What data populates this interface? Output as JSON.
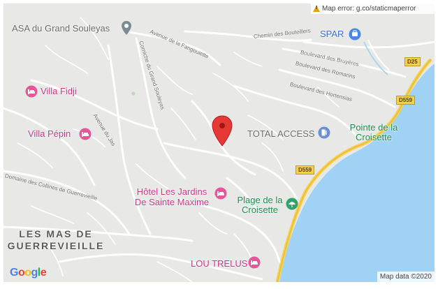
{
  "error": {
    "icon": "warning-icon",
    "text": "Map error: g.co/staticmaperror"
  },
  "places": {
    "asa": "ASA du Grand Souleyas",
    "spar": "SPAR",
    "villa_fidji": "Villa Fidji",
    "villa_pepin": "Villa Pépin",
    "total": "TOTAL ACCESS",
    "pointe": "Pointe de la Croisette",
    "hotel": "Hôtel Les Jardins De Sainte Maxime",
    "plage": "Plage de la Croisette",
    "mas": "LES MAS DE GUERREVIEILLE",
    "lou": "LOU TRELUS"
  },
  "roads": {
    "fangouiette": "Avenue de la Fangouiette",
    "bouteillers": "Chemin des Bouteillers",
    "bruyeres": "Boulevard des Bruyères",
    "romarins": "Boulevard des Romarins",
    "hortensias": "Boulevard des Hortensias",
    "corniche": "Corniche du Grand Souleyas",
    "jas": "Avenue du Jas",
    "collines": "Domaine des Collines de Guerrevieille"
  },
  "shields": {
    "d25": "D25",
    "d559a": "D559",
    "d559b": "D559"
  },
  "footer": {
    "logo": "Google",
    "attribution": "Map data ©2020"
  },
  "colors": {
    "water": "#9fd2f5",
    "land": "#e8e8e6",
    "road": "#ffffff",
    "highway": "#f6d04d",
    "marker": "#e53935"
  }
}
